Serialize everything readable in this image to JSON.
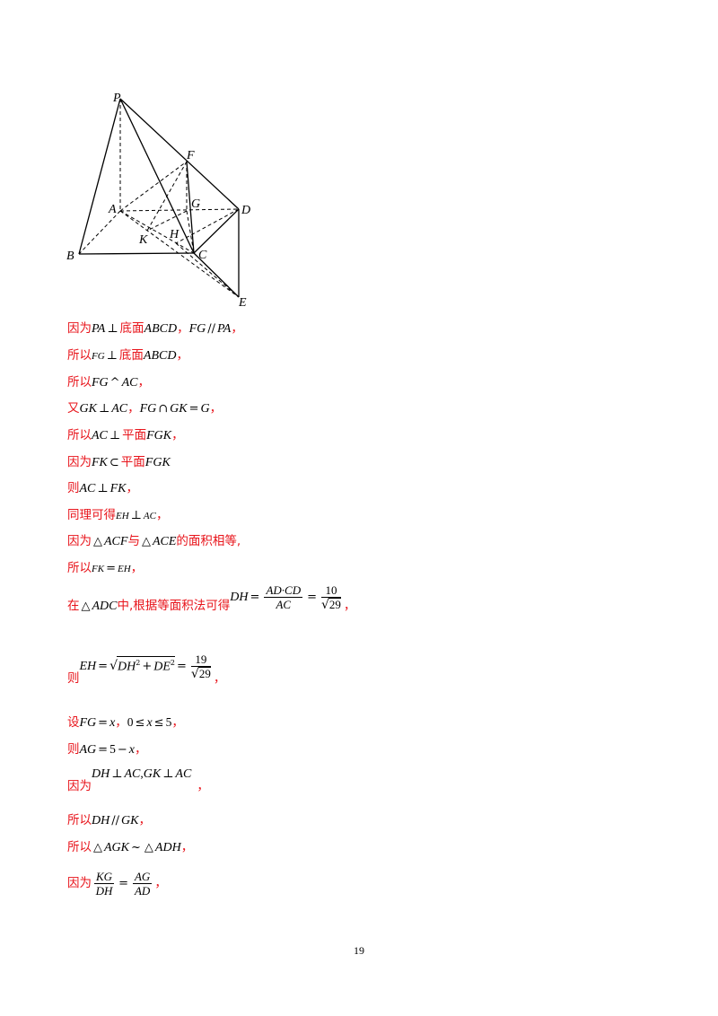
{
  "figure": {
    "labels": {
      "P": "P",
      "F": "F",
      "A": "A",
      "G": "G",
      "D": "D",
      "K": "K",
      "H": "H",
      "B": "B",
      "C": "C",
      "E": "E"
    }
  },
  "lines": [
    {
      "text": [
        "因为",
        "PA",
        "⊥",
        "底面",
        "ABCD",
        "，",
        "FG",
        "//",
        "PA",
        "，"
      ]
    },
    {
      "text": [
        "所以",
        "FG",
        "⊥",
        "底面",
        "ABCD",
        "，"
      ]
    },
    {
      "text": [
        "所以",
        "FG",
        "^",
        "AC",
        "，"
      ]
    },
    {
      "text": [
        "又",
        "GK",
        "⊥",
        "AC",
        "，",
        "FG",
        "∩",
        "GK",
        "=",
        "G",
        "，"
      ]
    },
    {
      "text": [
        "所以",
        "AC",
        "⊥",
        "平面",
        "FGK",
        "，"
      ]
    },
    {
      "text": [
        "因为",
        "FK",
        "⊂",
        "平面",
        "FGK"
      ]
    },
    {
      "text": [
        "则",
        "AC",
        "⊥",
        "FK",
        "，"
      ]
    },
    {
      "text": [
        "同理可得",
        "EH",
        "⊥",
        "AC",
        "，"
      ]
    },
    {
      "text": [
        "因为",
        "△",
        "ACF",
        "与",
        "△",
        "ACE",
        "的面积相等,"
      ]
    },
    {
      "text": [
        "所以",
        "FK",
        "=",
        "EH",
        "，"
      ]
    },
    {
      "text": [
        "在",
        "△",
        "ADC",
        "中,根据等面积法可得",
        "DH",
        "=",
        "AD·CD",
        "AC",
        "=",
        "10",
        "29",
        "，"
      ]
    },
    {
      "text": [
        "则",
        "EH",
        "=",
        "DH",
        "2",
        "+",
        "DE",
        "2",
        "=",
        "19",
        "29",
        "，"
      ]
    },
    {
      "text": [
        "设",
        "FG",
        "=",
        "x",
        "，",
        "0",
        "≤",
        "x",
        "≤",
        "5",
        "，"
      ]
    },
    {
      "text": [
        "则",
        "AG",
        "=",
        "5",
        "−",
        "x",
        "，"
      ]
    },
    {
      "text": [
        "因为",
        "DH",
        "⊥",
        "AC",
        ",",
        "GK",
        "⊥",
        "AC",
        "，"
      ]
    },
    {
      "text": [
        "所以",
        "DH",
        "//",
        "GK",
        "，"
      ]
    },
    {
      "text": [
        "所以",
        "△",
        "AGK",
        "~",
        "△",
        "ADH",
        "，"
      ]
    },
    {
      "text": [
        "因为",
        "KG",
        "DH",
        "=",
        "AG",
        "AD",
        "，"
      ]
    }
  ],
  "page_number": "19"
}
